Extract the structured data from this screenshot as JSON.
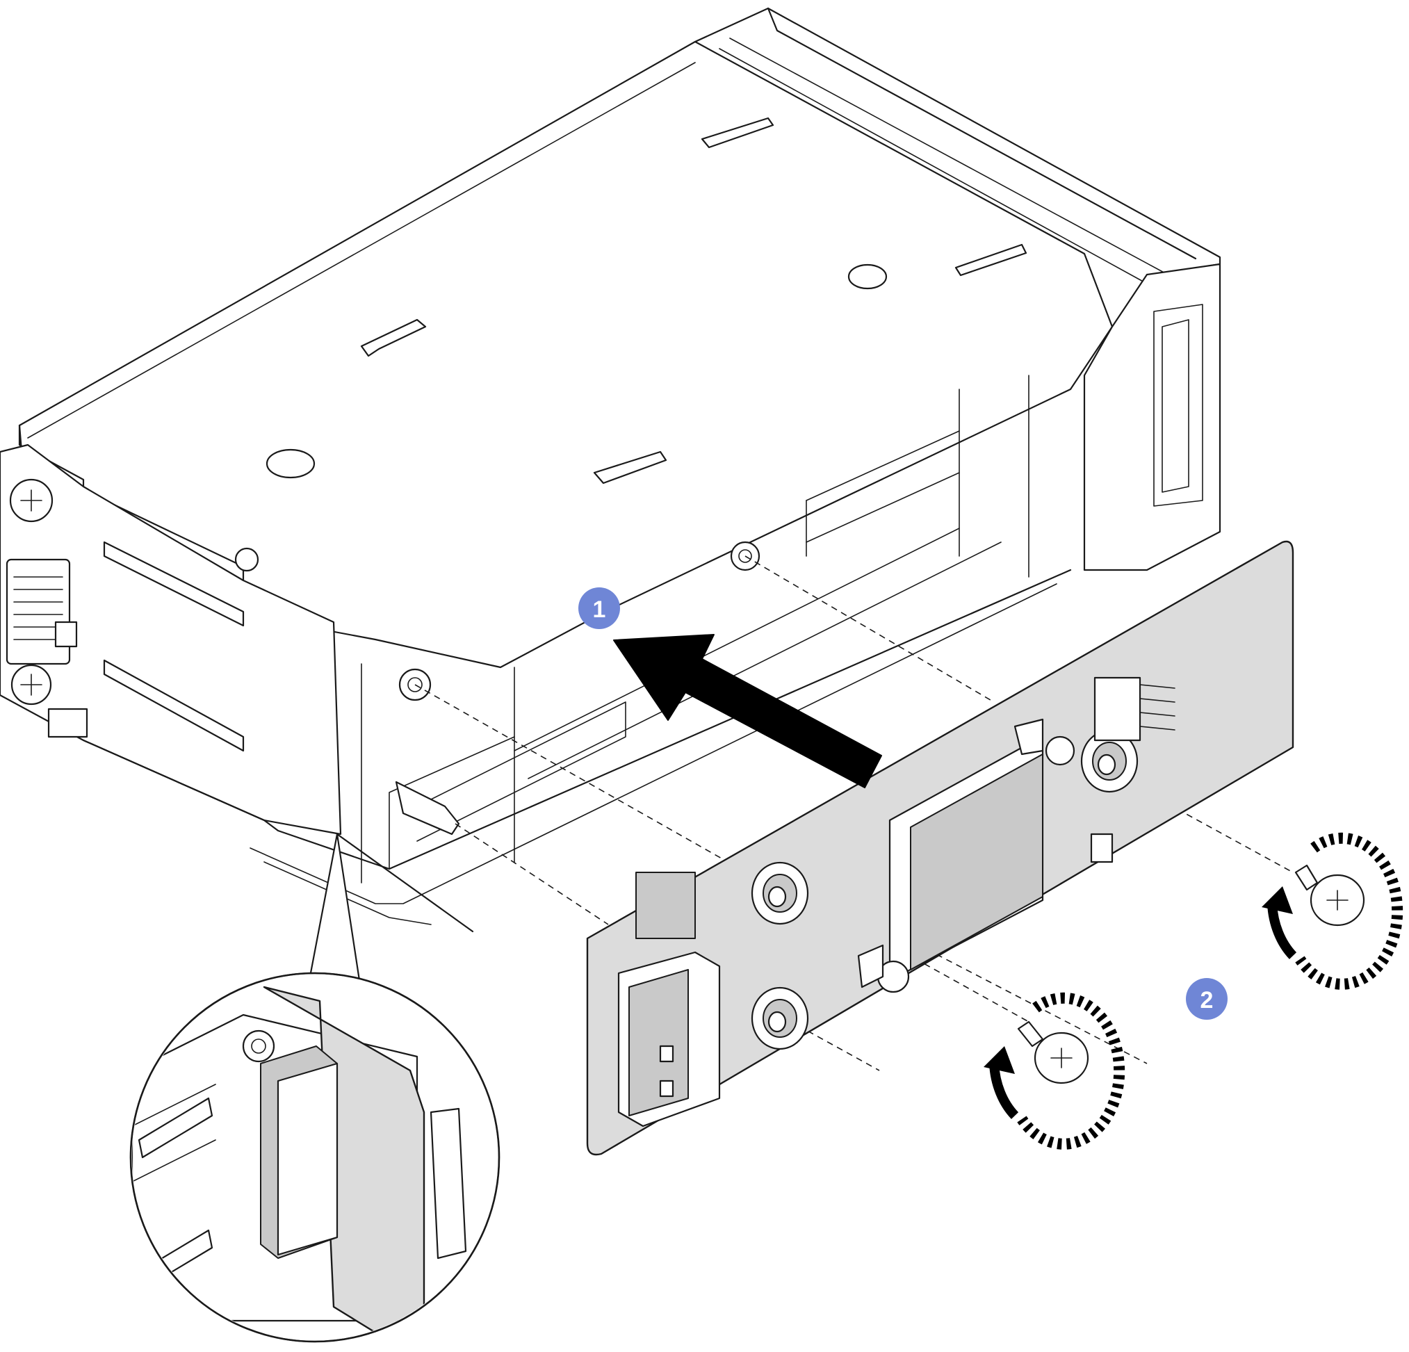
{
  "callouts": [
    {
      "id": "step-1",
      "label": "1"
    },
    {
      "id": "step-2",
      "label": "2"
    }
  ],
  "colors": {
    "callout": "#6f86d6",
    "board": "#dcdcdc",
    "line": "#1a1a1a",
    "background": "#ffffff"
  },
  "icons": [
    "cage-frame",
    "backplane-board",
    "screw-icon",
    "rotate-arrow-icon",
    "insert-arrow-icon",
    "detail-magnifier"
  ]
}
